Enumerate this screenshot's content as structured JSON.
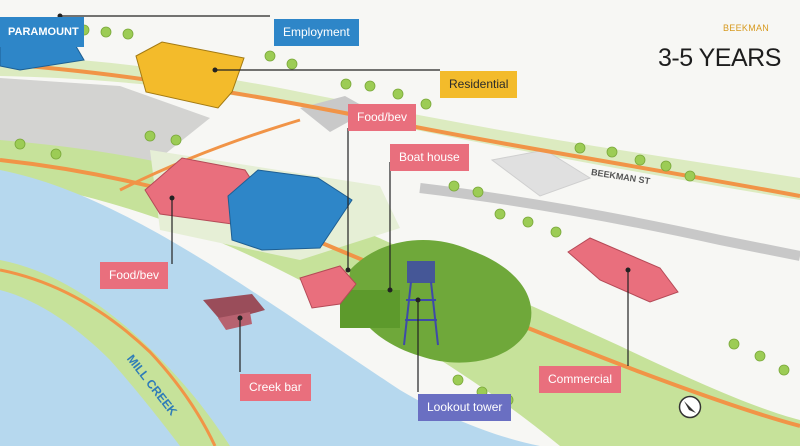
{
  "header": {
    "kicker": "BEEKMAN",
    "title": "3-5 YEARS"
  },
  "map_labels": {
    "paramount": "PARAMOUNT",
    "creek": "MILL CREEK",
    "street": "BEEKMAN ST"
  },
  "callouts": {
    "employment": "Employment",
    "residential": "Residential",
    "food_bev_top": "Food/bev",
    "boat_house": "Boat house",
    "food_bev_left": "Food/bev",
    "creek_bar": "Creek bar",
    "lookout_tower": "Lookout tower",
    "commercial": "Commercial"
  },
  "colors": {
    "food_bev": "#e96f7d",
    "employment": "#2e86c8",
    "residential": "#f3bb2b",
    "lookout_tower": "#6a6fc2",
    "creek": "#b6d8ee",
    "green_space": "#c6e29a",
    "trail": "#f19447"
  },
  "icons": {
    "north_arrow": "north-arrow-icon"
  }
}
